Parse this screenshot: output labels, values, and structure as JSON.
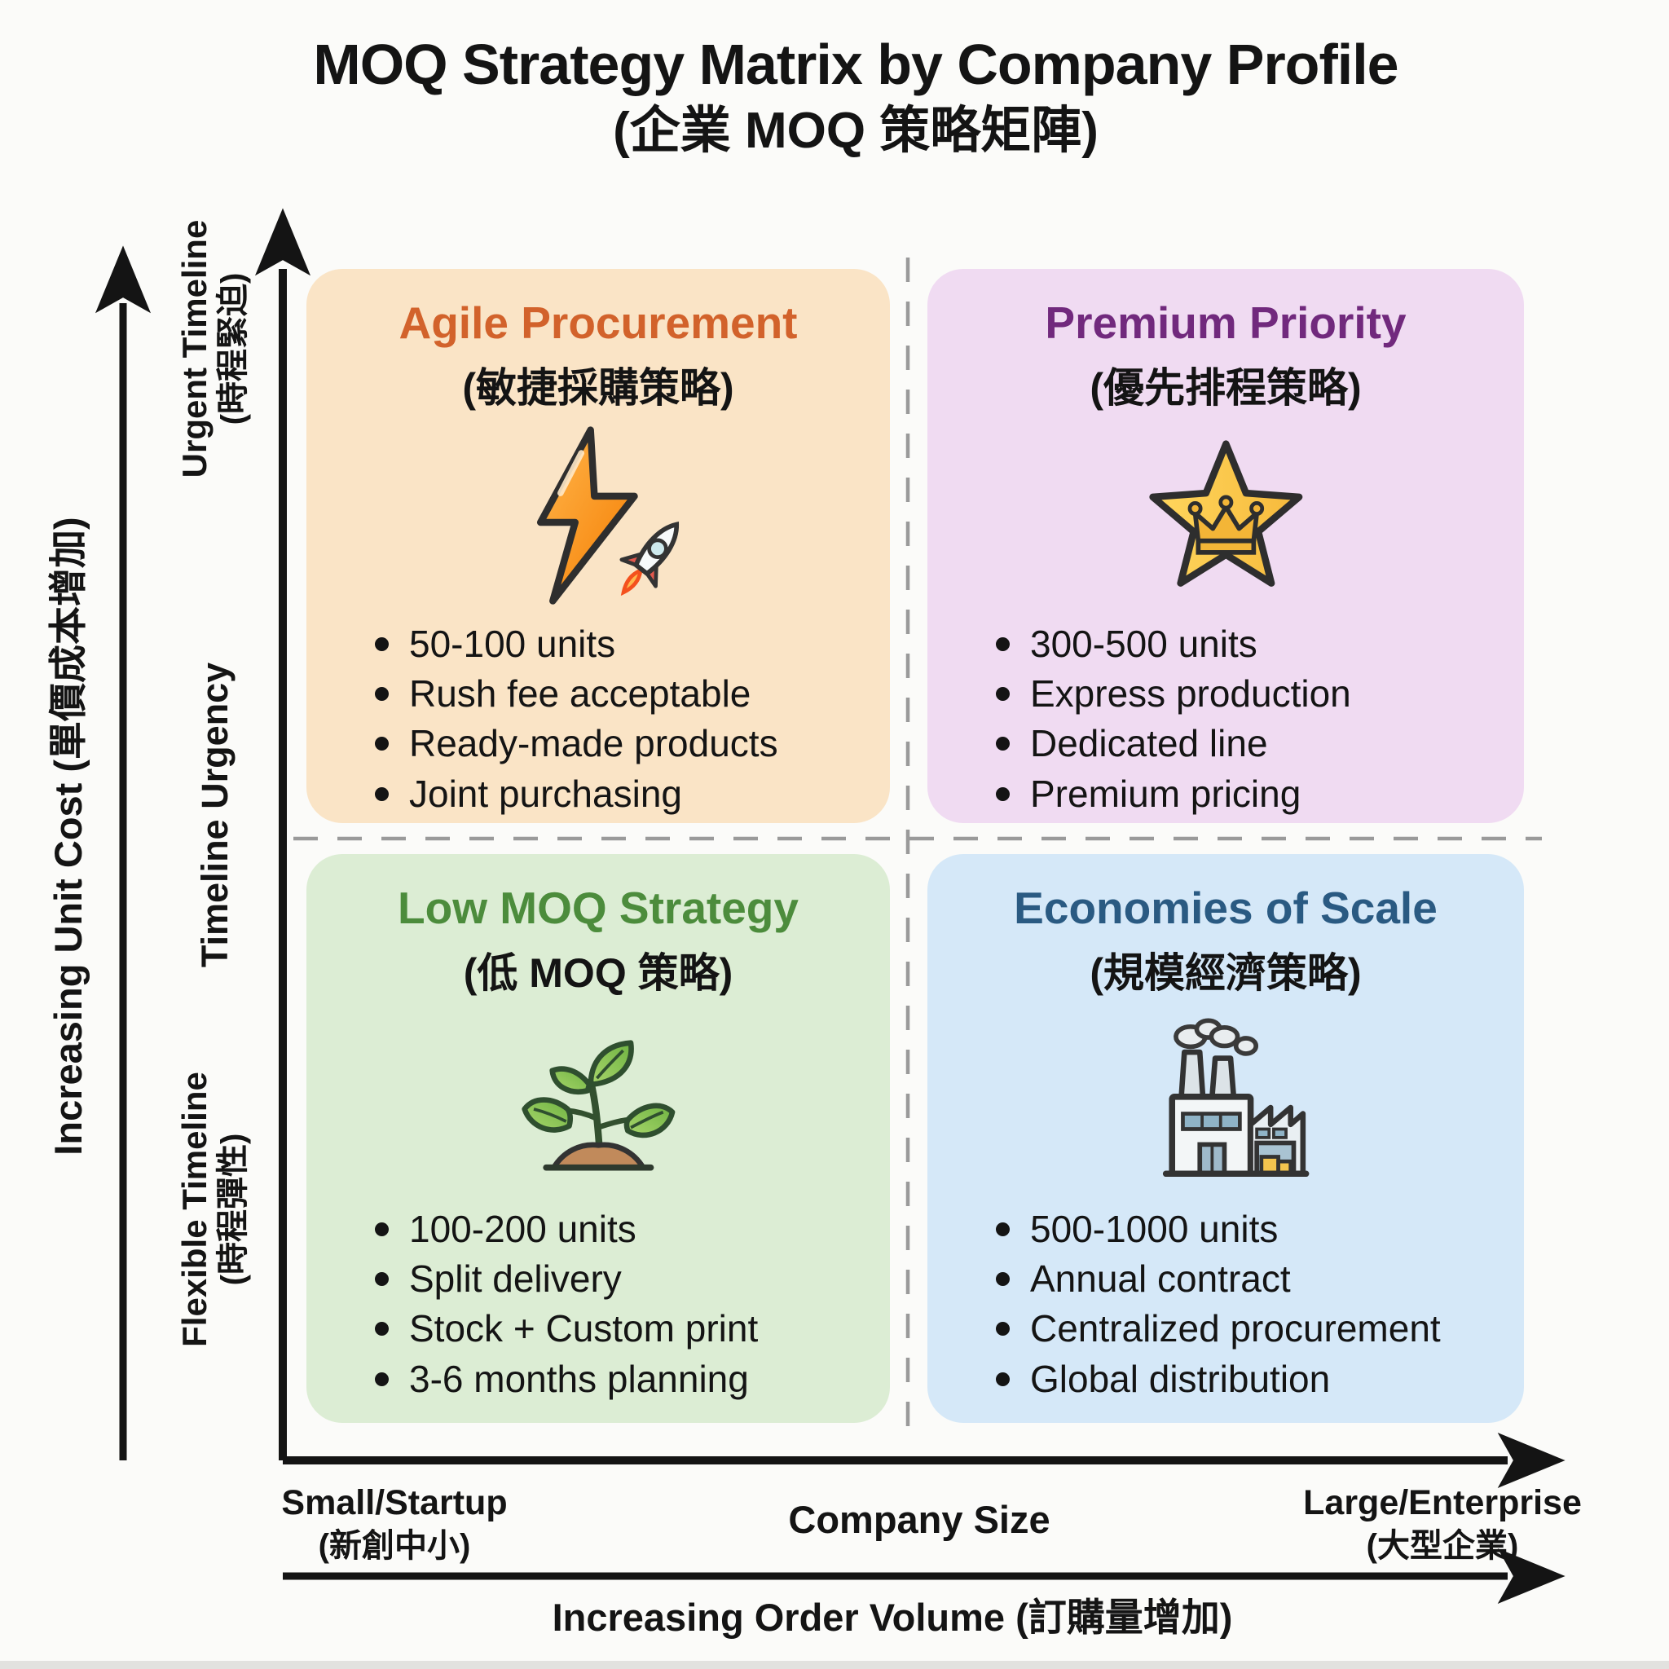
{
  "title": {
    "line1": "MOQ Strategy Matrix by Company Profile",
    "line2": "(企業 MOQ 策略矩陣)"
  },
  "y_axis": {
    "outer_label": "Increasing Unit Cost (單價成本增加)",
    "top_label": "Urgent Timeline",
    "top_label_zh": "(時程緊迫)",
    "axis_title": "Timeline Urgency",
    "bottom_label": "Flexible Timeline",
    "bottom_label_zh": "(時程彈性)"
  },
  "x_axis": {
    "axis_title": "Company Size",
    "left_label": "Small/Startup",
    "left_label_zh": "(新創中小)",
    "right_label": "Large/Enterprise",
    "right_label_zh": "(大型企業)",
    "outer_label": "Increasing Order Volume (訂購量增加)"
  },
  "quadrants": [
    {
      "name": "agile-procurement",
      "title": "Agile Procurement",
      "subtitle": "(敏捷採購策略)",
      "icon": "lightning-rocket-icon",
      "accent_color": "#d2622b",
      "bg_color": "#fae4c6",
      "bullets": [
        "50-100 units",
        "Rush fee acceptable",
        "Ready-made products",
        "Joint purchasing"
      ]
    },
    {
      "name": "premium-priority",
      "title": "Premium Priority",
      "subtitle": "(優先排程策略)",
      "icon": "star-crown-icon",
      "accent_color": "#71297d",
      "bg_color": "#f0dbf2",
      "bullets": [
        "300-500 units",
        "Express production",
        "Dedicated line",
        "Premium pricing"
      ]
    },
    {
      "name": "low-moq-strategy",
      "title": "Low MOQ Strategy",
      "subtitle": "(低 MOQ 策略)",
      "icon": "seedling-icon",
      "accent_color": "#4c8c3c",
      "bg_color": "#dcedd4",
      "bullets": [
        "100-200 units",
        "Split delivery",
        "Stock + Custom print",
        "3-6 months planning"
      ]
    },
    {
      "name": "economies-of-scale",
      "title": "Economies of Scale",
      "subtitle": "(規模經濟策略)",
      "icon": "factory-icon",
      "accent_color": "#2a5a82",
      "bg_color": "#d5e8f8",
      "bullets": [
        "500-1000 units",
        "Annual contract",
        "Centralized procurement",
        "Global distribution"
      ]
    }
  ]
}
